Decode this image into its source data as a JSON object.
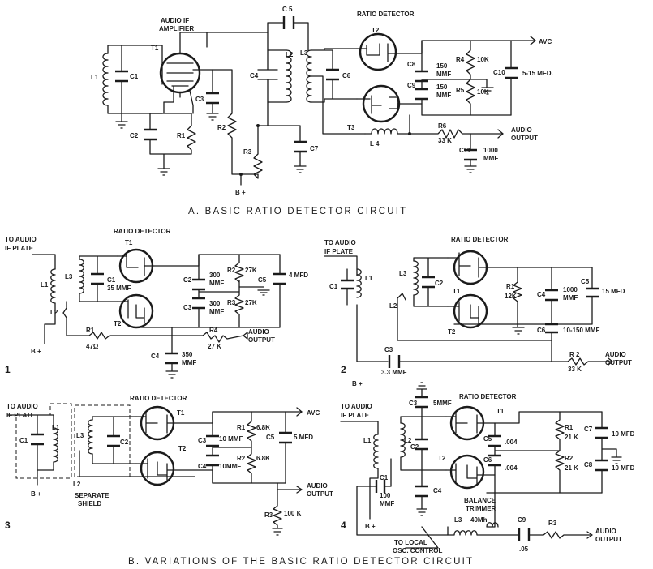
{
  "captions": {
    "a": "A. BASIC RATIO DETECTOR CIRCUIT",
    "b": "B. VARIATIONS OF THE BASIC RATIO DETECTOR CIRCUIT"
  },
  "diagram_a": {
    "ratio_detector": "RATIO DETECTOR",
    "audio_if_1": "AUDIO IF",
    "audio_if_2": "AMPLIFIER",
    "t1": "T1",
    "t2": "T2",
    "t3": "T3",
    "l1": "L1",
    "c1": "C1",
    "l2": "L2",
    "l3": "L3",
    "l4": "L 4",
    "c2": "C2",
    "r1": "R1",
    "c3": "C3",
    "r2": "R2",
    "r3": "R3",
    "c4": "C4",
    "c5": "C 5",
    "c6": "C6",
    "c7": "C7",
    "c8": "C8",
    "c8v1": "150",
    "c8v2": "MMF",
    "c9": "C9",
    "c9v1": "150",
    "c9v2": "MMF",
    "r4": "R4",
    "r4v": "10K",
    "r5": "R5",
    "r5v": "10K",
    "c10": "C10",
    "c10v": "5-15 MFD.",
    "avc": "AVC",
    "r6": "R6",
    "r6v": "33 K",
    "c11": "C11",
    "c11v1": "1000",
    "c11v2": "MMF",
    "audio_out1": "AUDIO",
    "audio_out2": "OUTPUT",
    "bplus": "B +"
  },
  "variant1": {
    "number": "1",
    "title": "RATIO DETECTOR",
    "to_audio1": "TO AUDIO",
    "to_audio2": "IF PLATE",
    "l1": "L1",
    "l2": "L2",
    "l3": "L3",
    "c1": "C1",
    "c1v": "35 MMF",
    "t1": "T1",
    "t2": "T2",
    "c2": "C2",
    "c2v1": "300",
    "c2v2": "MMF",
    "c3": "C3",
    "c3v1": "300",
    "c3v2": "MMF",
    "r2": "R2",
    "r2v": "27K",
    "r3": "R3",
    "r3v": "27K",
    "c5": "C5",
    "c5v": "4 MFD",
    "r1": "R1",
    "r1v": "47Ω",
    "r4": "R4",
    "r4v": "27 K",
    "c4": "C4",
    "c4v1": "350",
    "c4v2": "MMF",
    "audio1": "AUDIO",
    "audio2": "OUTPUT",
    "bplus": "B +"
  },
  "variant2": {
    "number": "2",
    "title": "RATIO DETECTOR",
    "to_audio1": "TO AUDIO",
    "to_audio2": "IF PLATE",
    "c1": "C1",
    "l1": "L1",
    "l2": "L2",
    "l3": "L3",
    "c2": "C2",
    "t1": "T1",
    "t2": "T2",
    "r1": "R1",
    "r1v": "12K",
    "c4": "C4",
    "c4v1": "1000",
    "c4v2": "MMF",
    "c5": "C5",
    "c5v": "15 MFD",
    "c6": "C6",
    "c6v": "10-150 MMF",
    "c3": "C3",
    "c3v": "3.3 MMF",
    "r2": "R 2",
    "r2v": "33 K",
    "audio1": "AUDIO",
    "audio2": "OUTPUT",
    "bplus": "B +"
  },
  "variant3": {
    "number": "3",
    "title": "RATIO DETECTOR",
    "to_audio1": "TO AUDIO",
    "to_audio2": "IF PLATE",
    "c1": "C1",
    "l1": "L1",
    "l2": "L2",
    "l3": "L3",
    "c2": "C2",
    "t1": "T1",
    "t2": "T2",
    "c3": "C3",
    "c3v": "10 MMF",
    "c4": "C4",
    "c4v": "10MMF",
    "r1": "R1",
    "r1v": "6.8K",
    "r2": "R2",
    "r2v": "6.8K",
    "c5": "C5",
    "c5v": "5 MFD",
    "avc": "AVC",
    "audio1": "AUDIO",
    "audio2": "OUTPUT",
    "r3": "R3",
    "r3v": "100 K",
    "separate1": "SEPARATE",
    "separate2": "SHIELD",
    "bplus": "B +"
  },
  "variant4": {
    "number": "4",
    "title": "RATIO DETECTOR",
    "to_audio1": "TO AUDIO",
    "to_audio2": "IF PLATE",
    "l1": "L1",
    "l2": "L2",
    "c1": "C1",
    "c1v1": "100",
    "c1v2": "MMF",
    "c2": "C2",
    "c3": "C3",
    "c3v": "5MMF",
    "c4": "C4",
    "t1": "T1",
    "t2": "T2",
    "c5": "C5",
    "c5v": ".004",
    "c6": "C6",
    "c6v": ".004",
    "r1": "R1",
    "r1v": "21 K",
    "r2": "R2",
    "r2v": "21 K",
    "c7": "C7",
    "c7v": "10 MFD",
    "c8": "C8",
    "c8v": "10 MFD",
    "balance1": "BALANCE",
    "balance2": "TRIMMER",
    "l3": "L3",
    "l3v": "40Mh",
    "c9": "C9",
    "c9v": ".05",
    "r3": "R3",
    "local1": "TO LOCAL",
    "local2": "OSC. CONTROL",
    "audio1": "AUDIO",
    "audio2": "OUTPUT",
    "bplus": "B +"
  }
}
